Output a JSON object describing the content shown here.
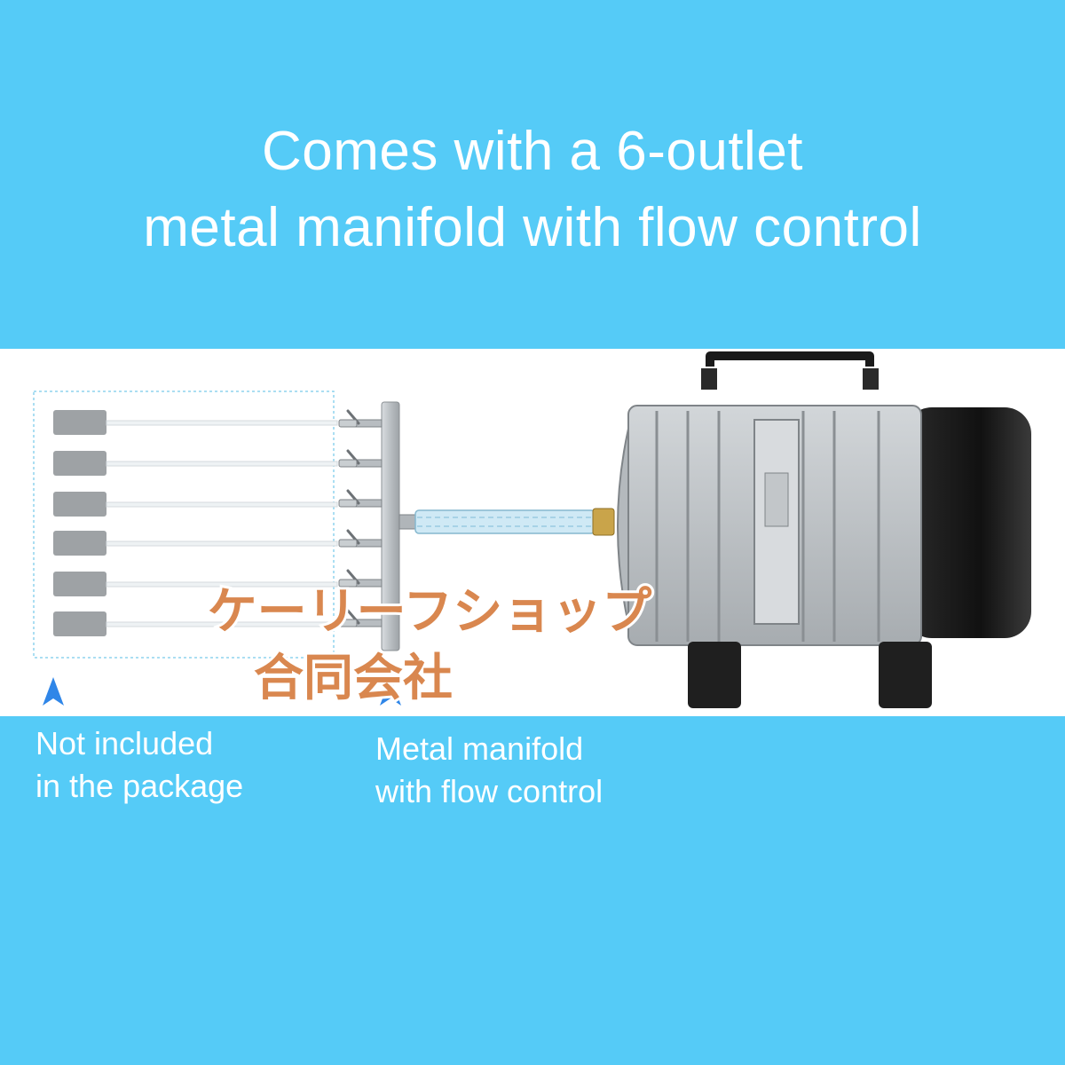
{
  "colors": {
    "background": "#55CBF7",
    "band": "#ffffff",
    "text": "#ffffff",
    "arrow": "#2F86E8",
    "watermark_fill": "#D9874F"
  },
  "headline": {
    "line1": "Comes with a 6-outlet",
    "line2": "metal manifold with flow control"
  },
  "captions": {
    "not_included": {
      "line1": "Not included",
      "line2": "in the package"
    },
    "manifold": {
      "line1": "Metal manifold",
      "line2": "with flow control"
    }
  },
  "watermark": {
    "line1": "ケーリーフショップ",
    "line2": "合同会社"
  },
  "icons": [
    "air-stone-icon",
    "manifold-valve-icon",
    "air-pump-icon",
    "arrow-up-icon"
  ]
}
